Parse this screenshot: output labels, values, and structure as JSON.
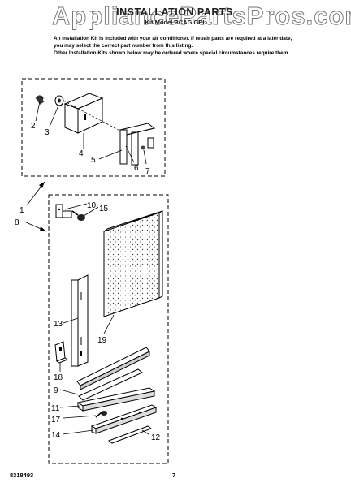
{
  "watermark": "AppliancePartsPros.com",
  "header": {
    "title": "INSTALLATION PARTS",
    "subtitle": "Kit Model BCAG/GEI"
  },
  "intro": {
    "paragraph1": "An Installation Kit is included with your air conditioner. If repair parts are required at a later date, you may select the correct part number from this listing.",
    "paragraph2": "Other Installation Kits shown below may be ordered where special circumstances require them."
  },
  "callouts": {
    "c1": "1",
    "c2": "2",
    "c3": "3",
    "c4": "4",
    "c5": "5",
    "c6": "6",
    "c7": "7",
    "c8": "8",
    "c9": "9",
    "c10": "10",
    "c11": "11",
    "c12": "12",
    "c13": "13",
    "c14": "14",
    "c15": "15",
    "c17": "17",
    "c18": "18",
    "c19": "19"
  },
  "footer": {
    "part_number": "8318493",
    "page_number": "7"
  }
}
